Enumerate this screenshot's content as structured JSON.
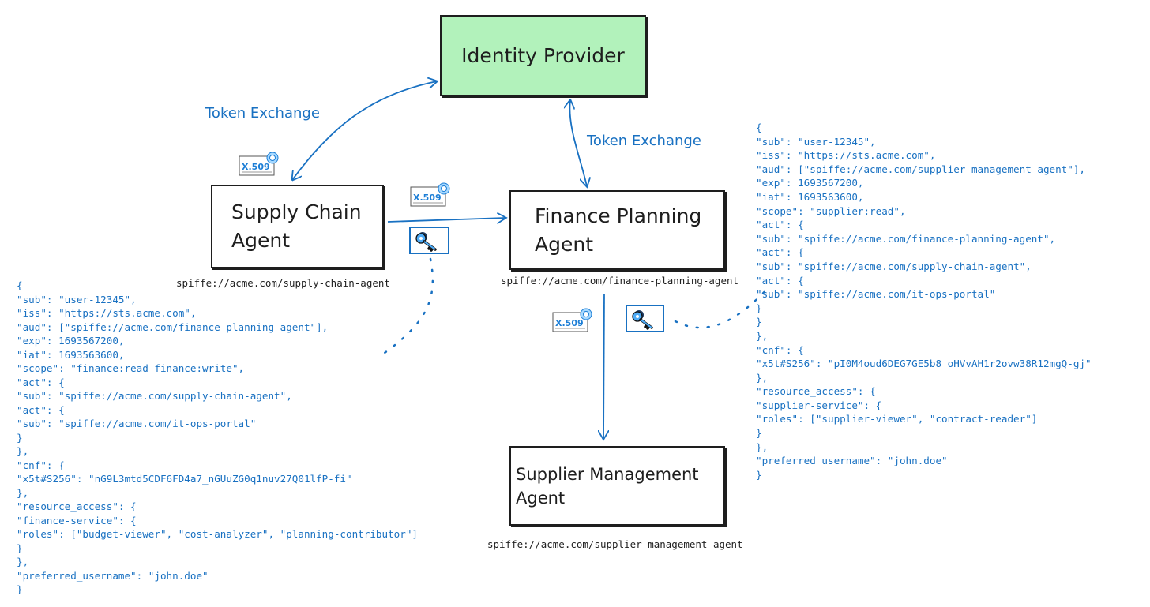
{
  "nodes": {
    "identity_provider": "Identity Provider",
    "supply_chain": [
      "Supply Chain",
      "Agent"
    ],
    "finance_planning": [
      "Finance Planning",
      "Agent"
    ],
    "supplier_management": [
      "Supplier Management",
      "Agent"
    ]
  },
  "spiffe_ids": {
    "supply_chain": "spiffe://acme.com/supply-chain-agent",
    "finance_planning": "spiffe://acme.com/finance-planning-agent",
    "supplier_management": "spiffe://acme.com/supplier-management-agent"
  },
  "edge_labels": {
    "token_exchange_left": "Token Exchange",
    "token_exchange_right": "Token Exchange"
  },
  "icons": {
    "certificate_label": "X.509",
    "certificate": "certificate-icon",
    "keys": "keys-icon"
  },
  "colors": {
    "accent": "#1971c2",
    "idp_fill": "#b2f2bb",
    "stroke": "#1e1e1e"
  },
  "token_left": [
    "{",
    "\"sub\": \"user-12345\",",
    "\"iss\": \"https://sts.acme.com\",",
    "\"aud\": [\"spiffe://acme.com/finance-planning-agent\"],",
    "\"exp\": 1693567200,",
    "\"iat\": 1693563600,",
    "\"scope\": \"finance:read finance:write\",",
    "\"act\": {",
    "\"sub\": \"spiffe://acme.com/supply-chain-agent\",",
    "\"act\": {",
    "\"sub\": \"spiffe://acme.com/it-ops-portal\"",
    "}",
    "},",
    "\"cnf\": {",
    "\"x5t#S256\": \"nG9L3mtd5CDF6FD4a7_nGUuZG0q1nuv27Q01lfP-fi\"",
    "},",
    "\"resource_access\": {",
    "\"finance-service\": {",
    "\"roles\": [\"budget-viewer\", \"cost-analyzer\", \"planning-contributor\"]",
    "}",
    "},",
    "\"preferred_username\": \"john.doe\"",
    "}"
  ],
  "token_right": [
    "{",
    "\"sub\": \"user-12345\",",
    "\"iss\": \"https://sts.acme.com\",",
    "\"aud\": [\"spiffe://acme.com/supplier-management-agent\"],",
    "\"exp\": 1693567200,",
    "\"iat\": 1693563600,",
    "\"scope\": \"supplier:read\",",
    "\"act\": {",
    "\"sub\": \"spiffe://acme.com/finance-planning-agent\",",
    "\"act\": {",
    "\"sub\": \"spiffe://acme.com/supply-chain-agent\",",
    "\"act\": {",
    "\"sub\": \"spiffe://acme.com/it-ops-portal\"",
    "}",
    "}",
    "},",
    "\"cnf\": {",
    "\"x5t#S256\": \"pI0M4oud6DEG7GE5b8_oHVvAH1r2ovw38R12mgQ-gj\"",
    "},",
    "\"resource_access\": {",
    "\"supplier-service\": {",
    "\"roles\": [\"supplier-viewer\", \"contract-reader\"]",
    "}",
    "},",
    "\"preferred_username\": \"john.doe\"",
    "}"
  ]
}
